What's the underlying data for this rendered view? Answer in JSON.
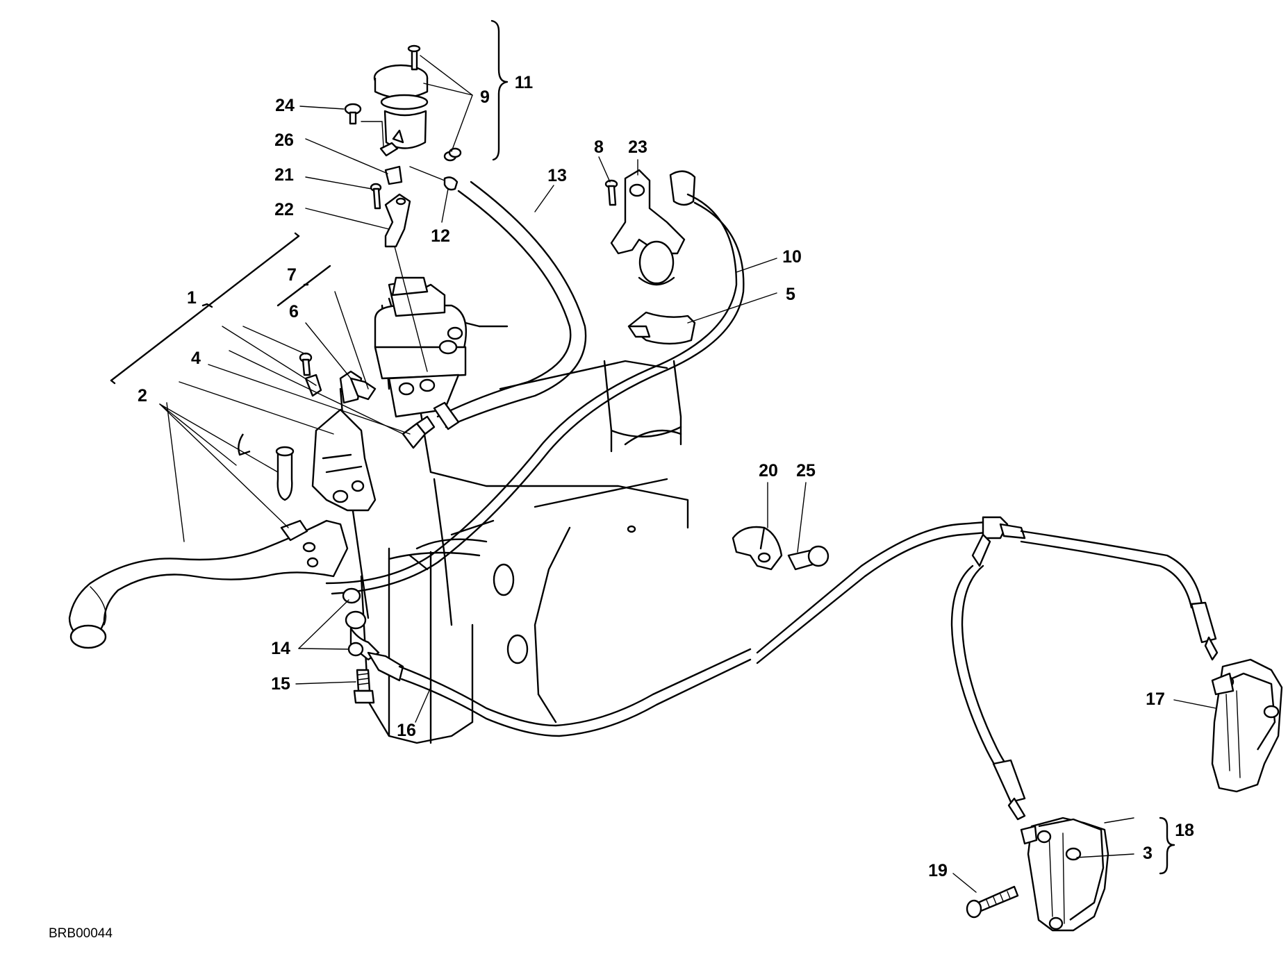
{
  "callouts": [
    {
      "id": "p1",
      "label": "1"
    },
    {
      "id": "p2",
      "label": "2"
    },
    {
      "id": "p3",
      "label": "3"
    },
    {
      "id": "p4",
      "label": "4"
    },
    {
      "id": "p5",
      "label": "5"
    },
    {
      "id": "p6",
      "label": "6"
    },
    {
      "id": "p7",
      "label": "7"
    },
    {
      "id": "p8",
      "label": "8"
    },
    {
      "id": "p9",
      "label": "9"
    },
    {
      "id": "p10",
      "label": "10"
    },
    {
      "id": "p11",
      "label": "11"
    },
    {
      "id": "p12",
      "label": "12"
    },
    {
      "id": "p13",
      "label": "13"
    },
    {
      "id": "p14",
      "label": "14"
    },
    {
      "id": "p15",
      "label": "15"
    },
    {
      "id": "p16",
      "label": "16"
    },
    {
      "id": "p17",
      "label": "17"
    },
    {
      "id": "p18",
      "label": "18"
    },
    {
      "id": "p19",
      "label": "19"
    },
    {
      "id": "p20",
      "label": "20"
    },
    {
      "id": "p21",
      "label": "21"
    },
    {
      "id": "p22",
      "label": "22"
    },
    {
      "id": "p23",
      "label": "23"
    },
    {
      "id": "p24",
      "label": "24"
    },
    {
      "id": "p25",
      "label": "25"
    },
    {
      "id": "p26",
      "label": "26"
    }
  ],
  "reference_code": "BRB00044"
}
